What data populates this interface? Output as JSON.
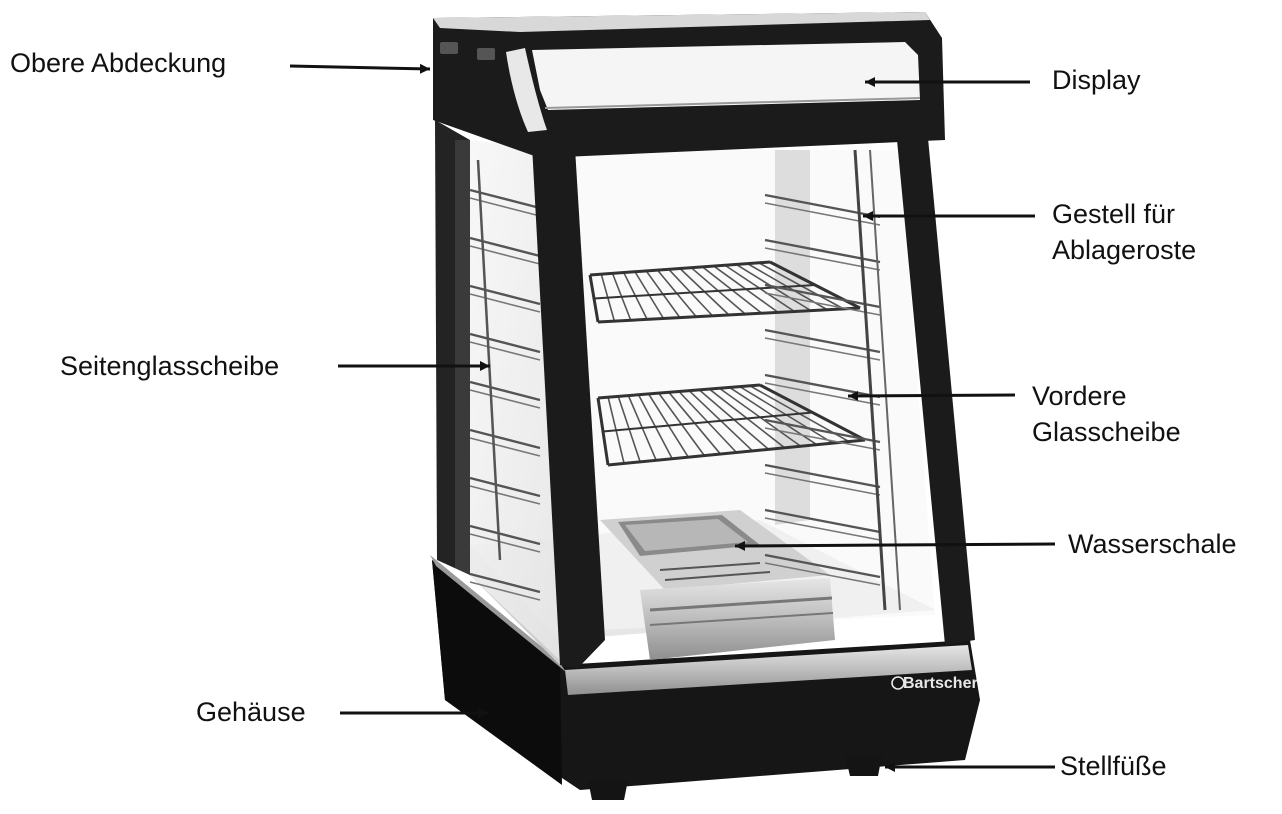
{
  "labels": {
    "top_cover": "Obere Abdeckung",
    "display": "Display",
    "rack_frame_line1": "Gestell für",
    "rack_frame_line2": "Ablageroste",
    "side_glass": "Seitenglasscheibe",
    "front_glass_line1": "Vordere",
    "front_glass_line2": "Glasscheibe",
    "water_tray": "Wasserschale",
    "housing": "Gehäuse",
    "feet": "Stellfüße"
  },
  "brand_logo": "Bartscher",
  "colors": {
    "body": "#161616",
    "frame": "#1b1b1b",
    "steel": "#bdbdbd",
    "glass": "#f2f2f2",
    "text": "#111111"
  }
}
